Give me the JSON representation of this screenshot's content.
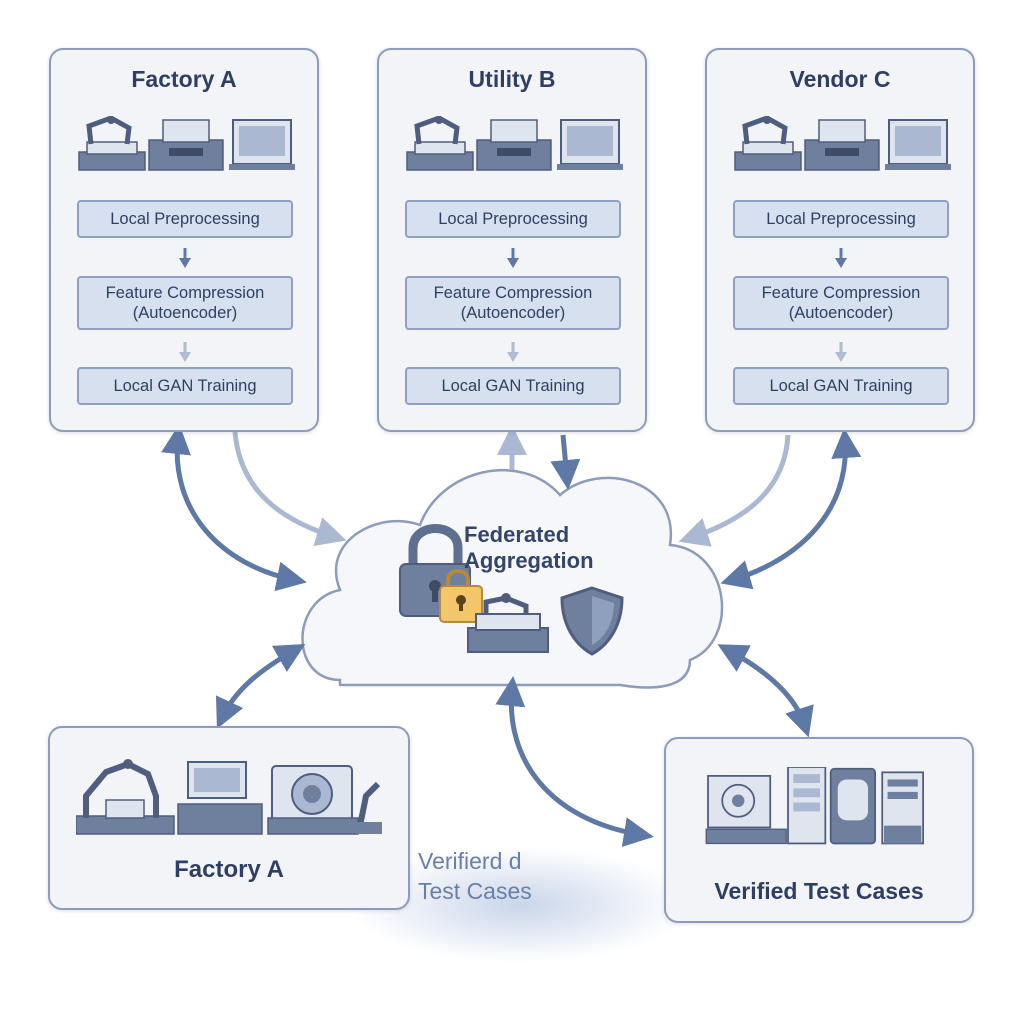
{
  "sites": [
    {
      "name": "Factory A",
      "steps": [
        "Local Preprocessing",
        "Feature Compression\n(Autoencoder)",
        "Local GAN Training"
      ]
    },
    {
      "name": "Utility B",
      "steps": [
        "Local Preprocessing",
        "Feature Compression\n(Autoencoder)",
        "Local GAN Training"
      ]
    },
    {
      "name": "Vendor C",
      "steps": [
        "Local Preprocessing",
        "Feature Compression\n(Autoencoder)",
        "Local GAN Training"
      ]
    }
  ],
  "hub": {
    "title": "Federated\nAggregation",
    "icons": [
      "padlock-icon",
      "keyhole-icon",
      "robot-arm-icon",
      "shield-icon"
    ]
  },
  "outputs": [
    {
      "name": "Factory A",
      "icons": [
        "robot-arm-icon",
        "monitor-workstation-icon",
        "scanner-machine-icon",
        "robot-arm-icon"
      ]
    },
    {
      "name": "Verified Test Cases",
      "icons": [
        "test-rig-icon",
        "server-rack-icon",
        "test-chamber-icon",
        "cabinet-icon"
      ]
    }
  ],
  "faded_label": "Verifierd d\nTest Cases",
  "site_icons": [
    "robot-arm-icon",
    "printer-machine-icon",
    "monitor-icon"
  ],
  "colors": {
    "accent": "#5f79a6",
    "panel_border": "#8c9cba",
    "panel_fill": "#f2f4f8",
    "step_fill": "#d7e0ef",
    "text": "#2f3f63",
    "key_highlight": "#f3c66a"
  }
}
